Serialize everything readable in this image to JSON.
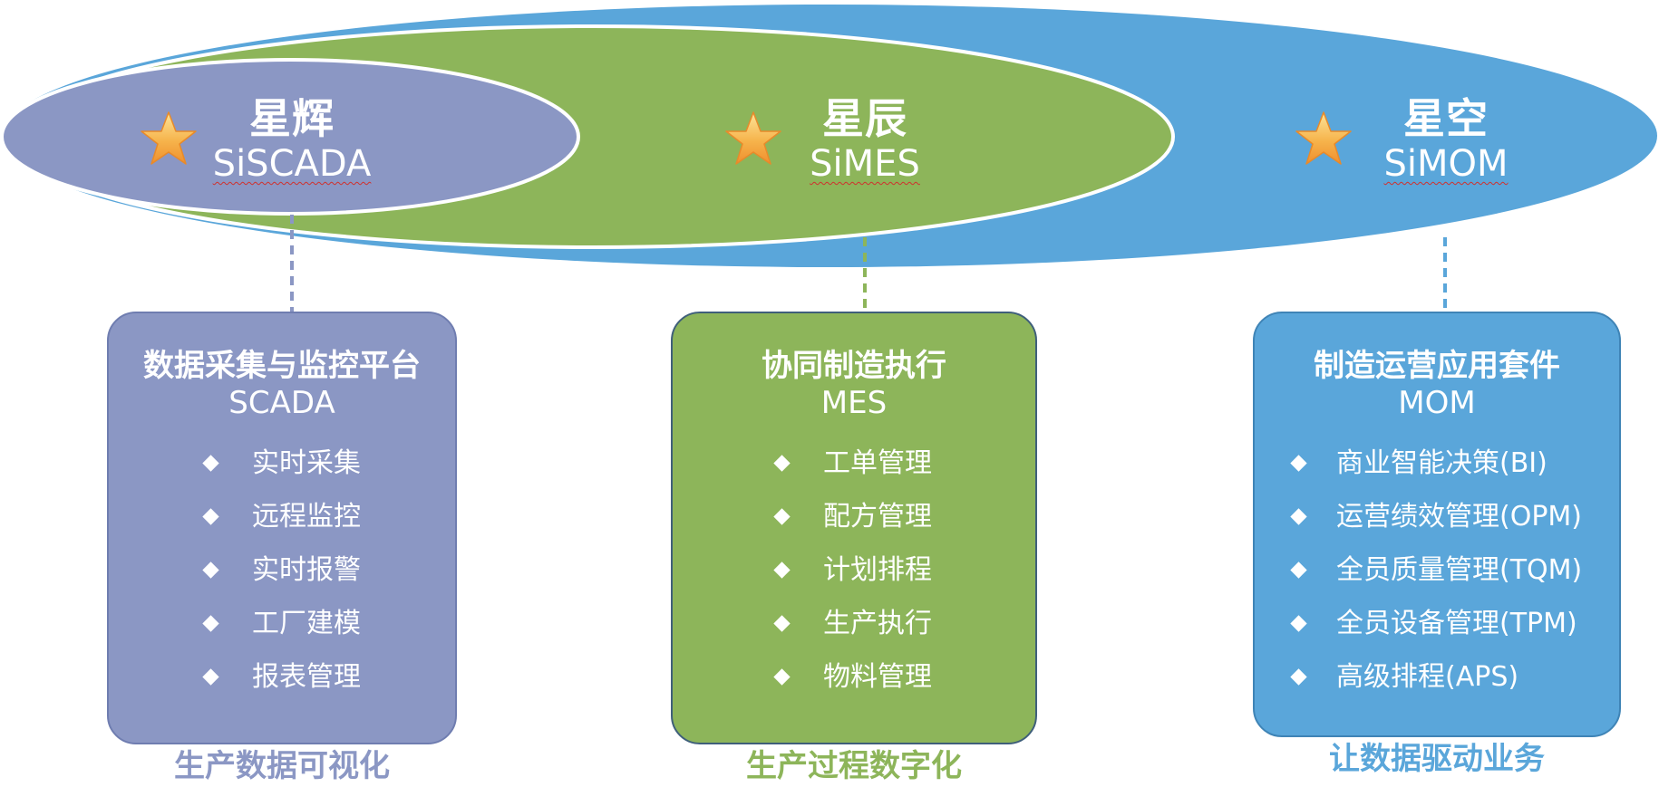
{
  "ellipses": [
    {
      "cn": "星辉",
      "en": "SiSCADA",
      "color": "#8b97c4"
    },
    {
      "cn": "星辰",
      "en": "SiMES",
      "color": "#8db55a"
    },
    {
      "cn": "星空",
      "en": "SiMOM",
      "color": "#5aa6da"
    }
  ],
  "cards": [
    {
      "title": "数据采集与监控平台",
      "subtitle": "SCADA",
      "color": "#8b97c4",
      "items": [
        "实时采集",
        "远程监控",
        "实时报警",
        "工厂建模",
        "报表管理"
      ],
      "caption": "生产数据可视化",
      "caption_color": "#8b97c4"
    },
    {
      "title": "协同制造执行",
      "subtitle": "MES",
      "color": "#8db55a",
      "items": [
        "工单管理",
        "配方管理",
        "计划排程",
        "生产执行",
        "物料管理"
      ],
      "caption": "生产过程数字化",
      "caption_color": "#8db55a"
    },
    {
      "title": "制造运营应用套件",
      "subtitle": "MOM",
      "color": "#5aa6da",
      "items": [
        "商业智能决策(BI)",
        "运营绩效管理(OPM)",
        "全员质量管理(TQM)",
        "全员设备管理(TPM)",
        "高级排程(APS)"
      ],
      "caption": "让数据驱动业务",
      "caption_color": "#5aa6da"
    }
  ]
}
